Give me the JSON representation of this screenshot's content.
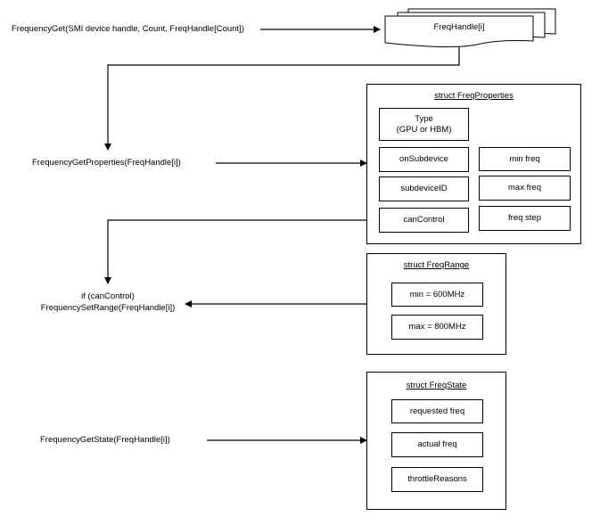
{
  "calls": {
    "frequency_get": "FrequencyGet(SMI device handle, Count, FreqHandle[Count])",
    "frequency_get_properties": "FrequencyGetProperties(FreqHandle[i])",
    "if_can_control": "if (canControl)",
    "frequency_set_range": "FrequencySetRange(FreqHandle[i])",
    "frequency_get_state": "FrequencyGetState(FreqHandle[i])"
  },
  "freq_handle": {
    "label": "FreqHandle[i]"
  },
  "freq_properties": {
    "title": "struct FreqProperties",
    "type_line1": "Type",
    "type_line2": "(GPU or HBM)",
    "on_subdevice": "onSubdevice",
    "subdevice_id": "subdeviceID",
    "can_control": "canControl",
    "min_freq": "min freq",
    "max_freq": "max freq",
    "freq_step": "freq step"
  },
  "freq_range": {
    "title": "struct FreqRange",
    "min": "min = 600MHz",
    "max": "max = 800MHz"
  },
  "freq_state": {
    "title": "struct FreqState",
    "requested_freq": "requested freq",
    "actual_freq": "actual freq",
    "throttle_reasons": "throttleReasons"
  }
}
